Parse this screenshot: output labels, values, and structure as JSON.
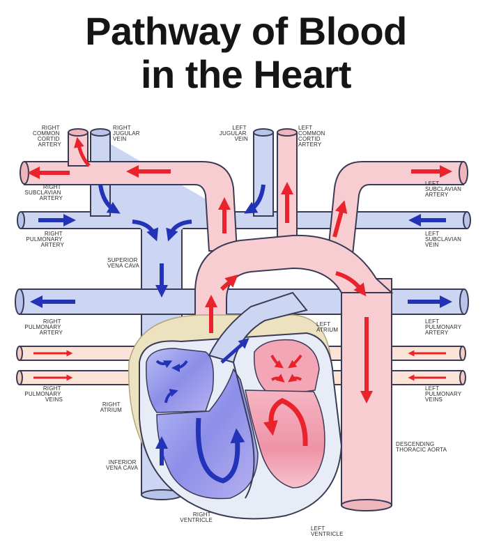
{
  "title": {
    "line1": "Pathway of Blood",
    "line2": "in the Heart"
  },
  "labels": {
    "right_common_cortid_artery": [
      "RIGHT",
      "COMMON",
      "CORTID",
      "ARTERY"
    ],
    "right_jugular_vein": [
      "RIGHT",
      "JUGULAR",
      "VEIN"
    ],
    "left_jugular_vein": [
      "LEFT",
      "JUGULAR",
      "VEIN"
    ],
    "left_common_cortid_artery": [
      "LEFT",
      "COMMON",
      "CORTID",
      "ARTERY"
    ],
    "right_subclavian_artery": [
      "RIGHT",
      "SUBCLAVIAN",
      "ARTERY"
    ],
    "left_subclavian_artery": [
      "LEFT",
      "SUBCLAVIAN",
      "ARTERY"
    ],
    "right_pulmonary_artery_top": [
      "RIGHT",
      "PULMONARY",
      "ARTERY"
    ],
    "left_subclavian_vein": [
      "LEFT",
      "SUBCLAVIAN",
      "VEIN"
    ],
    "superior_vena_cava": [
      "SUPERIOR",
      "VENA CAVA"
    ],
    "right_pulmonary_artery": [
      "RIGHT",
      "PULMONARY",
      "ARTERY"
    ],
    "left_atrium": [
      "LEFT",
      "ATRIUM"
    ],
    "left_pulmonary_artery": [
      "LEFT",
      "PULMONARY",
      "ARTERY"
    ],
    "right_pulmonary_veins": [
      "RIGHT",
      "PULMONARY",
      "VEINS"
    ],
    "left_pulmonary_veins": [
      "LEFT",
      "PULMONARY",
      "VEINS"
    ],
    "right_atrium": [
      "RIGHT",
      "ATRIUM"
    ],
    "descending_thoracic_aorta": [
      "DESCENDING",
      "THORACIC AORTA"
    ],
    "inferior_vena_cava": [
      "INFERIOR",
      "VENA CAVA"
    ],
    "right_ventricle": [
      "RIGHT",
      "VENTRICLE"
    ],
    "left_ventricle": [
      "LEFT",
      "VENTRICLE"
    ]
  },
  "colors": {
    "oxygenated": "#e8232b",
    "deoxygenated": "#2233b8",
    "artery_fill": "#f7cdd2",
    "vein_fill": "#ccd6f3",
    "outline": "#3a3a55",
    "pericardium": "#ede2bf",
    "ventricle_right": "#8c8ee8",
    "ventricle_left": "#f3a6b6"
  }
}
